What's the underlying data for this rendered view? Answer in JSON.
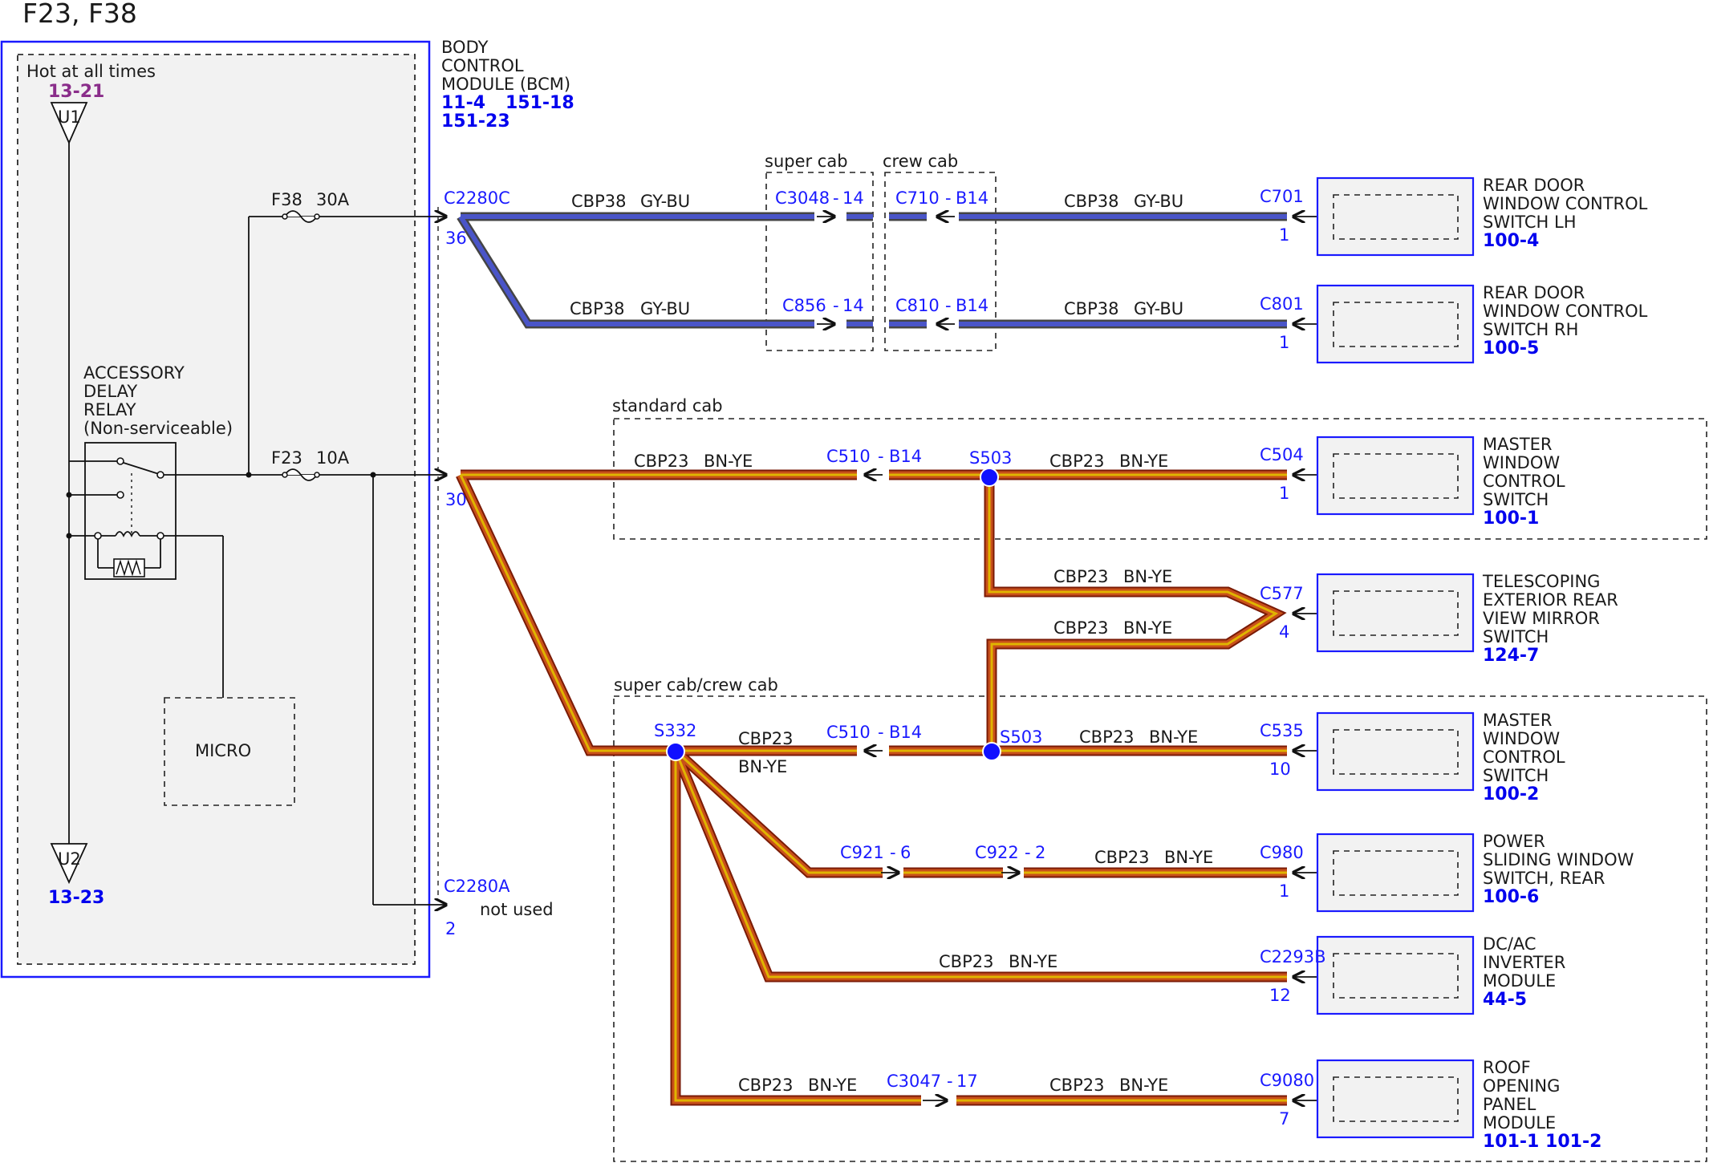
{
  "title": "F23, F38",
  "bcm": {
    "name_lines": [
      "BODY",
      "CONTROL",
      "MODULE (BCM)"
    ],
    "refs": [
      "11-4",
      "151-18",
      "151-23"
    ],
    "hot_label": "Hot at all times",
    "u1_ref": "13-21",
    "u1": "U1",
    "u2": "U2",
    "u2_ref": "13-23",
    "relay_lines": [
      "ACCESSORY",
      "DELAY",
      "RELAY",
      "(Non-serviceable)"
    ],
    "micro": "MICRO",
    "fuse_f38": "F38",
    "fuse_f38_amp": "30A",
    "fuse_f23": "F23",
    "fuse_f23_amp": "10A",
    "conn_c": "C2280C",
    "pin_36": "36",
    "pin_30": "30",
    "conn_a": "C2280A",
    "pin_2": "2",
    "not_used": "not used"
  },
  "regions": {
    "super_cab": "super cab",
    "crew_cab": "crew cab",
    "standard_cab": "standard cab",
    "super_crew_cab": "super cab/crew cab"
  },
  "circuits": {
    "cbp38": "CBP38",
    "gybu": "GY-BU",
    "cbp23": "CBP23",
    "bnye": "BN-YE"
  },
  "connectors": {
    "c3048": "C3048",
    "c3048_pin": "14",
    "c710": "C710",
    "c710_pin": "B14",
    "c856": "C856",
    "c856_pin": "14",
    "c810": "C810",
    "c810_pin": "B14",
    "c510": "C510",
    "c510_pin": "B14",
    "c921": "C921",
    "c921_pin": "6",
    "c922": "C922",
    "c922_pin": "2",
    "c3047": "C3047",
    "c3047_pin": "17",
    "dash": "-"
  },
  "splices": {
    "s503": "S503",
    "s332": "S332"
  },
  "components": [
    {
      "conn": "C701",
      "pin": "1",
      "lines": [
        "REAR DOOR",
        "WINDOW CONTROL",
        "SWITCH LH"
      ],
      "ref": "100-4"
    },
    {
      "conn": "C801",
      "pin": "1",
      "lines": [
        "REAR DOOR",
        "WINDOW CONTROL",
        "SWITCH RH"
      ],
      "ref": "100-5"
    },
    {
      "conn": "C504",
      "pin": "1",
      "lines": [
        "MASTER",
        "WINDOW",
        "CONTROL",
        "SWITCH"
      ],
      "ref": "100-1"
    },
    {
      "conn": "C577",
      "pin": "4",
      "lines": [
        "TELESCOPING",
        "EXTERIOR REAR",
        "VIEW MIRROR",
        "SWITCH"
      ],
      "ref": "124-7"
    },
    {
      "conn": "C535",
      "pin": "10",
      "lines": [
        "MASTER",
        "WINDOW",
        "CONTROL",
        "SWITCH"
      ],
      "ref": "100-2"
    },
    {
      "conn": "C980",
      "pin": "1",
      "lines": [
        "POWER",
        "SLIDING WINDOW",
        "SWITCH, REAR"
      ],
      "ref": "100-6"
    },
    {
      "conn": "C2293B",
      "pin": "12",
      "lines": [
        "DC/AC",
        "INVERTER",
        "MODULE"
      ],
      "ref": "44-5"
    },
    {
      "conn": "C9080",
      "pin": "7",
      "lines": [
        "ROOF",
        "OPENING",
        "PANEL",
        "MODULE"
      ],
      "ref": "101-1 101-2"
    }
  ],
  "colors": {
    "gybu_wire": "#4a55c8",
    "bnye_wire": "#b33a1a",
    "bnye_stripe": "#e0b400",
    "module_border": "#1a1aff",
    "splice": "#1010ff"
  }
}
